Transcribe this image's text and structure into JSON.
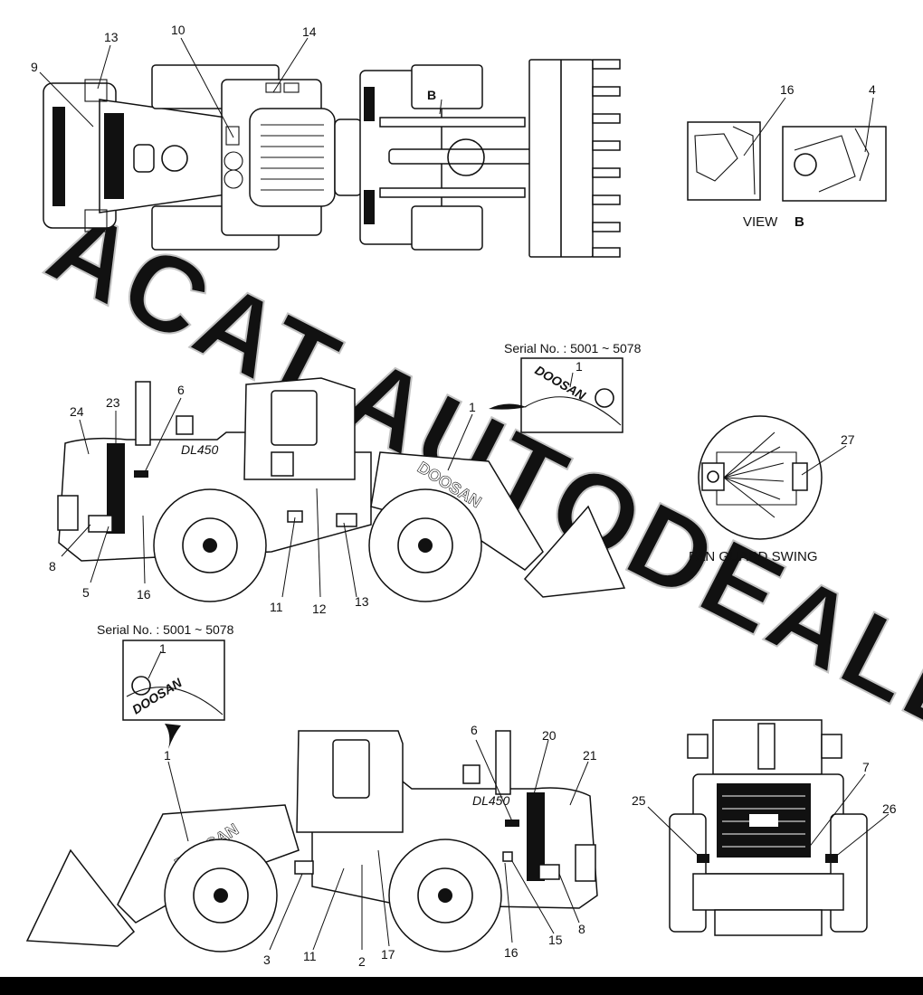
{
  "views": {
    "top": {
      "callouts": [
        {
          "key": "c13",
          "label": "13"
        },
        {
          "key": "c10",
          "label": "10"
        },
        {
          "key": "c14",
          "label": "14"
        },
        {
          "key": "c9",
          "label": "9"
        },
        {
          "key": "cB",
          "label": "B"
        }
      ]
    },
    "view_b": {
      "title_prefix": "VIEW",
      "title_letter": "B",
      "callouts": [
        {
          "key": "c16",
          "label": "16"
        },
        {
          "key": "c4",
          "label": "4"
        }
      ]
    },
    "side_right": {
      "serial_text": "Serial No.  : 5001 ~ 5078",
      "model_badge": "DL450",
      "boom_logo": "DOOSAN",
      "detail_logo": "DOOSAN",
      "callouts": [
        {
          "key": "c24",
          "label": "24"
        },
        {
          "key": "c23",
          "label": "23"
        },
        {
          "key": "c6",
          "label": "6"
        },
        {
          "key": "c1",
          "label": "1"
        },
        {
          "key": "c1d",
          "label": "1"
        },
        {
          "key": "c8",
          "label": "8"
        },
        {
          "key": "c5",
          "label": "5"
        },
        {
          "key": "c16",
          "label": "16"
        },
        {
          "key": "c11",
          "label": "11"
        },
        {
          "key": "c12",
          "label": "12"
        },
        {
          "key": "c13",
          "label": "13"
        }
      ]
    },
    "fan_guard": {
      "caption": "FAN GUARD SWING",
      "callouts": [
        {
          "key": "c27",
          "label": "27"
        }
      ]
    },
    "side_left": {
      "serial_text": "Serial No.  : 5001 ~ 5078",
      "model_badge": "DL450",
      "boom_logo": "DOOSAN",
      "detail_logo": "DOOSAN",
      "callouts": [
        {
          "key": "c1d",
          "label": "1"
        },
        {
          "key": "c1",
          "label": "1"
        },
        {
          "key": "c6",
          "label": "6"
        },
        {
          "key": "c20",
          "label": "20"
        },
        {
          "key": "c21",
          "label": "21"
        },
        {
          "key": "c3",
          "label": "3"
        },
        {
          "key": "c11",
          "label": "11"
        },
        {
          "key": "c2",
          "label": "2"
        },
        {
          "key": "c17",
          "label": "17"
        },
        {
          "key": "c16",
          "label": "16"
        },
        {
          "key": "c15",
          "label": "15"
        },
        {
          "key": "c8",
          "label": "8"
        }
      ]
    },
    "rear": {
      "callouts": [
        {
          "key": "c7",
          "label": "7"
        },
        {
          "key": "c25",
          "label": "25"
        },
        {
          "key": "c26",
          "label": "26"
        }
      ]
    }
  },
  "watermark": "ACAT.AUTODEALER.RU"
}
